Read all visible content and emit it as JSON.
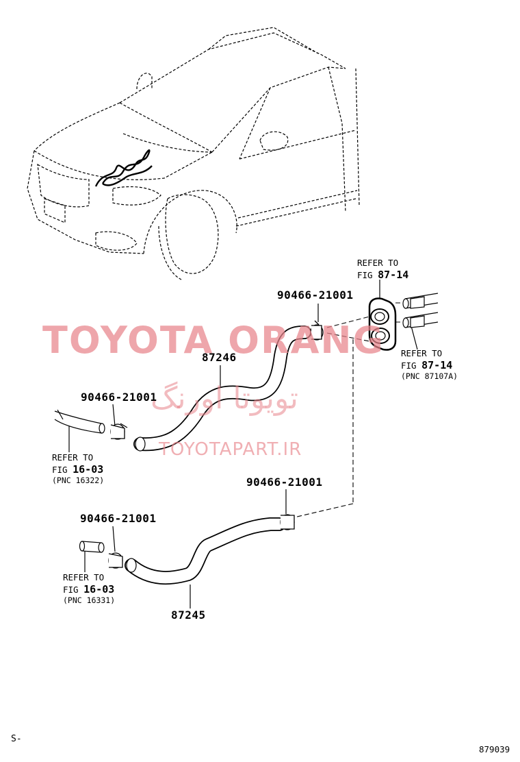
{
  "watermark": {
    "brand": "TOYOTA ORANG",
    "persian": "تویوتا اورنگ",
    "site": "TOYOTAPART.IR",
    "color": "#e8848a"
  },
  "callouts": [
    {
      "id": "c1",
      "text": "90466-21001"
    },
    {
      "id": "c2",
      "text": "87246"
    },
    {
      "id": "c3",
      "text": "90466-21001"
    },
    {
      "id": "c4",
      "text": "90466-21001"
    },
    {
      "id": "c5",
      "text": "90466-21001"
    },
    {
      "id": "c6",
      "text": "87245"
    }
  ],
  "refs": [
    {
      "line1": "REFER TO",
      "fig_prefix": "FIG",
      "fig": "87-14",
      "pnc": ""
    },
    {
      "line1": "REFER TO",
      "fig_prefix": "FIG",
      "fig": "87-14",
      "pnc": "(PNC 87107A)"
    },
    {
      "line1": "REFER TO",
      "fig_prefix": "FIG",
      "fig": "16-03",
      "pnc": "(PNC 16322)"
    },
    {
      "line1": "REFER TO",
      "fig_prefix": "FIG",
      "fig": "16-03",
      "pnc": "(PNC 16331)"
    }
  ],
  "footer": {
    "left_mark": "S-",
    "figure_number": "879039"
  }
}
